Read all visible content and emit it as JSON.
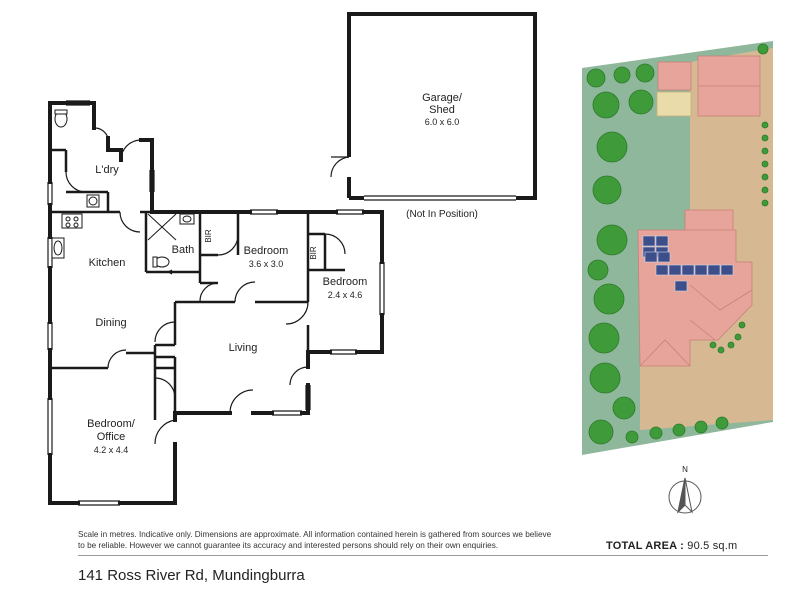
{
  "rooms": {
    "laundry": {
      "label": "L'dry"
    },
    "kitchen": {
      "label": "Kitchen"
    },
    "bath": {
      "label": "Bath"
    },
    "bedroom1": {
      "label": "Bedroom",
      "dims": "3.6 x 3.0"
    },
    "bedroom2": {
      "label": "Bedroom",
      "dims": "2.4 x 4.6"
    },
    "dining": {
      "label": "Dining"
    },
    "living": {
      "label": "Living"
    },
    "bedroom_office": {
      "label_line1": "Bedroom/",
      "label_line2": "Office",
      "dims": "4.2 x 4.4"
    },
    "bir1": {
      "label": "BIR"
    },
    "bir2": {
      "label": "BIR"
    }
  },
  "garage": {
    "label_line1": "Garage/",
    "label_line2": "Shed",
    "dims": "6.0 x 6.0",
    "note": "(Not In Position)"
  },
  "compass": {
    "label": "N"
  },
  "footer": {
    "disclaimer": "Scale in metres. Indicative only. Dimensions are approximate. All information contained herein is gathered from sources we believe to be reliable. However we cannot guarantee its accuracy and interested persons should rely on their own enquiries.",
    "total_area_label": "TOTAL AREA :",
    "total_area_value": "90.5  sq.m",
    "address": "141 Ross River Rd, Mundingburra"
  },
  "colors": {
    "wall": "#1a1a1a",
    "lawn": "#8fb79b",
    "driveway": "#d6b892",
    "roof": "#e7a49b",
    "solar": "#3c4f8a",
    "shrub": "#3f9a3a"
  }
}
